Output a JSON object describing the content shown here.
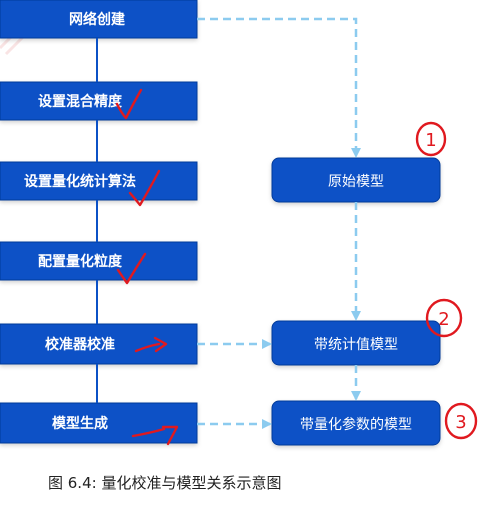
{
  "flow": {
    "steps": [
      "网络创建",
      "设置混合精度",
      "设置量化统计算法",
      "配置量化粒度",
      "校准器校准",
      "模型生成"
    ],
    "models": [
      "原始模型",
      "带统计值模型",
      "带量化参数的模型"
    ]
  },
  "annotations": {
    "circled_numbers": [
      "1",
      "2",
      "3"
    ]
  },
  "caption": "图 6.4: 量化校准与模型关系示意图",
  "colors": {
    "box_fill": "#0b51c6",
    "box_stroke": "#063a9a",
    "arrow": "#8ccbef",
    "ink_red": "#e0191f"
  }
}
